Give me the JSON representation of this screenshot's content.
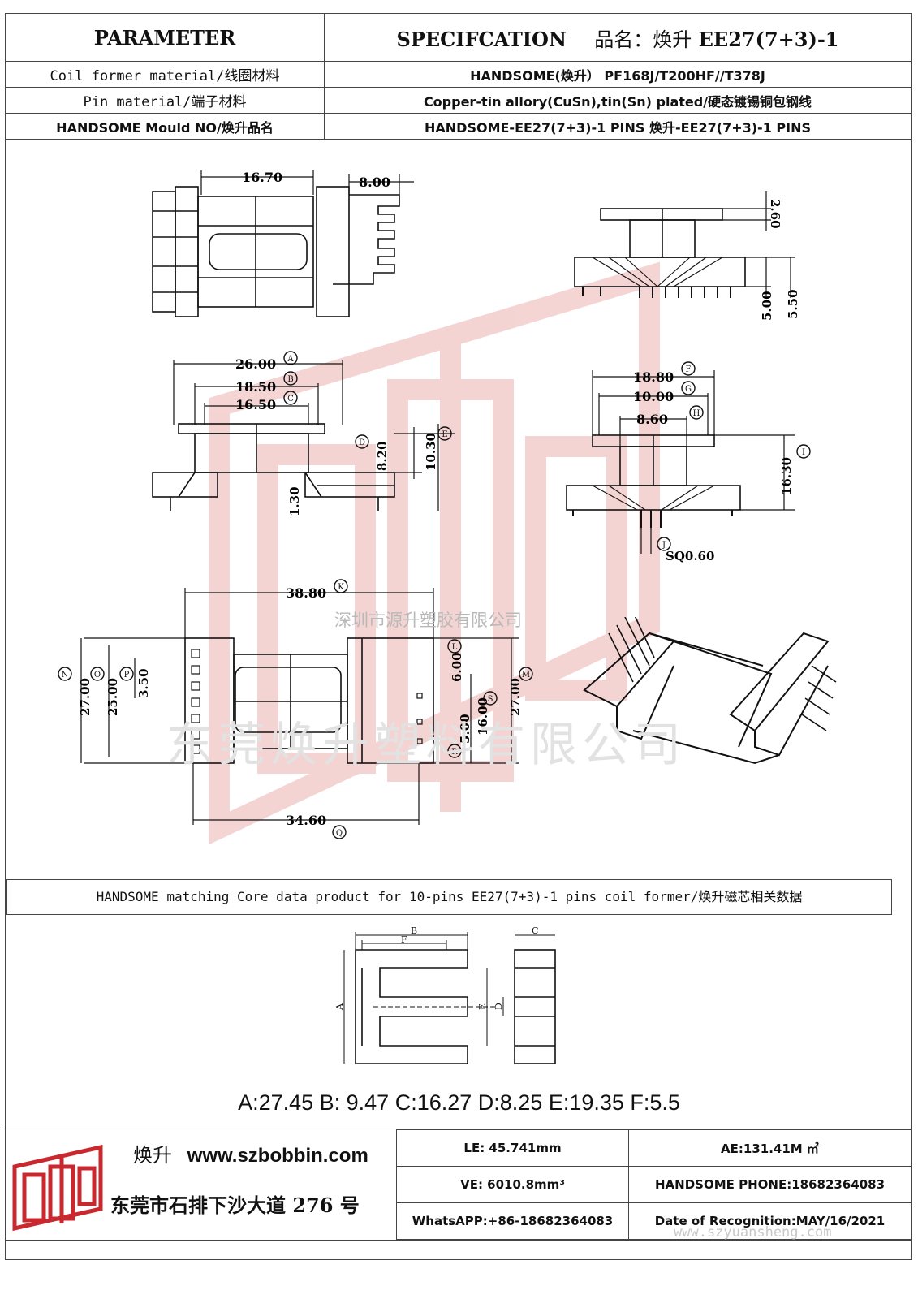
{
  "header": {
    "parameter": "PARAMETER",
    "specification": "SPECIFCATION",
    "spec_name_label": "品名：焕升",
    "spec_model": "EE27(7+3)-1"
  },
  "rows": [
    {
      "label": "Coil former material/线圈材料",
      "value": "HANDSOME(焕升）  PF168J/T200HF//T378J"
    },
    {
      "label": "Pin material/端子材料",
      "value": "Copper-tin allory(CuSn),tin(Sn) plated/硬态镀锡铜包钢线"
    },
    {
      "label": "HANDSOME Mould NO/焕升品名",
      "value": "HANDSOME-EE27(7+3)-1 PINS    焕升-EE27(7+3)-1 PINS"
    }
  ],
  "dims": {
    "d1670": "16.70",
    "d800": "8.00",
    "d260": "2.60",
    "d500": "5.00",
    "d550": "5.50",
    "d2600": "26.00",
    "d1850": "18.50",
    "d1650": "16.50",
    "d820": "8.20",
    "d1030": "10.30",
    "d130": "1.30",
    "d1880": "18.80",
    "d1000": "10.00",
    "d860": "8.60",
    "d1630": "16.30",
    "sq060": "SQ0.60",
    "d3880": "38.80",
    "d2700": "27.00",
    "d2500": "25.00",
    "d350": "3.50",
    "d600": "6.00",
    "d1600": "16.00",
    "d3460": "34.60"
  },
  "markers": [
    "A",
    "B",
    "C",
    "D",
    "E",
    "F",
    "G",
    "H",
    "I",
    "J",
    "K",
    "L",
    "M",
    "N",
    "O",
    "P",
    "Q",
    "R",
    "S"
  ],
  "core_labels": [
    "A",
    "B",
    "C",
    "D",
    "E",
    "F"
  ],
  "watermarks": {
    "company": "深圳市源升塑胶有限公司",
    "company_big": "东莞焕升塑料有限公司",
    "url": "www.szyuansheng.com"
  },
  "band": "HANDSOME matching Core data  product for 10-pins EE27(7+3)-1 pins coil former/焕升磁芯相关数据",
  "core_values": "A:27.45 B: 9.47 C:16.27 D:8.25 E:19.35 F:5.5",
  "footer": {
    "brand_cn": "焕升",
    "website": "www.szbobbin.com",
    "address": "东莞市石排下沙大道 276 号",
    "le": "LE: 45.741mm",
    "ae": "AE:131.41M ㎡",
    "ve": "VE: 6010.8mm³",
    "phone": "HANDSOME PHONE:18682364083",
    "whatsapp": "WhatsAPP:+86-18682364083",
    "date": "Date of Recognition:MAY/16/2021"
  },
  "colors": {
    "logo_red": "#c8282e",
    "line": "#111111",
    "watermark": "#f2c9c9"
  }
}
